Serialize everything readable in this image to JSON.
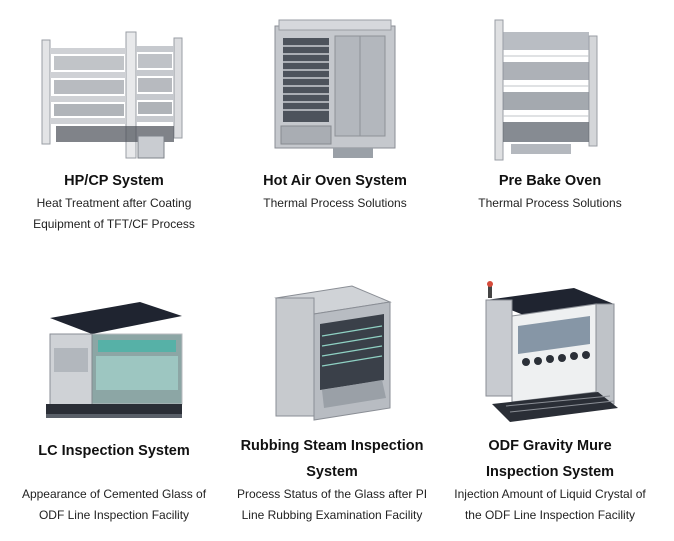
{
  "products": [
    {
      "title": "HP/CP System",
      "desc_lines": [
        "Heat Treatment after Coating",
        "Equipment of TFT/CF Process"
      ],
      "image_icon": "hp-cp-machine-icon"
    },
    {
      "title": "Hot Air Oven System",
      "desc_lines": [
        "Thermal Process Solutions"
      ],
      "image_icon": "hot-air-oven-icon"
    },
    {
      "title": "Pre Bake Oven",
      "desc_lines": [
        "Thermal Process Solutions"
      ],
      "image_icon": "pre-bake-oven-icon"
    },
    {
      "title": "LC Inspection System",
      "desc_lines": [
        "Appearance of Cemented Glass of",
        "ODF Line Inspection Facility"
      ],
      "image_icon": "lc-inspection-machine-icon"
    },
    {
      "title_lines": [
        "Rubbing Steam Inspection",
        "System"
      ],
      "desc_lines": [
        "Process Status of the Glass after PI",
        "Line Rubbing Examination Facility"
      ],
      "image_icon": "rubbing-steam-machine-icon"
    },
    {
      "title_lines": [
        "ODF Gravity Mure",
        "Inspection System"
      ],
      "desc_lines": [
        "Injection Amount of Liquid Crystal of",
        "the ODF Line Inspection Facility"
      ],
      "image_icon": "odf-gravity-machine-icon"
    }
  ],
  "colors": {
    "frame_light": "#d9dadc",
    "frame_dark": "#8d9096",
    "steel": "#b8bcc2",
    "teal_glow": "#3fb7a8",
    "dark_panel": "#1e2430"
  }
}
